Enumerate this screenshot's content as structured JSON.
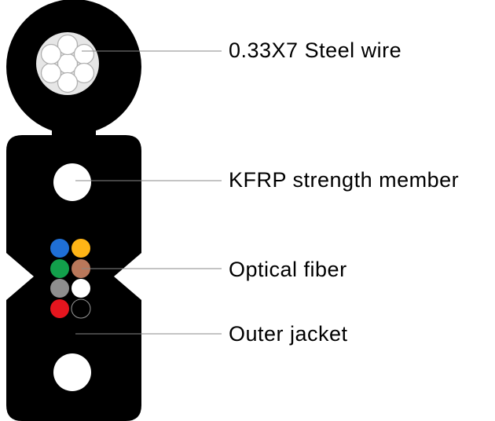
{
  "labels": {
    "steel_wire": "0.33X7 Steel wire",
    "strength_member": "KFRP strength member",
    "optical_fiber": "Optical fiber",
    "outer_jacket": "Outer jacket"
  },
  "colors": {
    "jacket": "#000000",
    "steel_fill": "#e6e6e6",
    "leader_line": "#888888",
    "fibers": [
      "#1f6fd6",
      "#ffb516",
      "#12a04b",
      "#b9775a",
      "#8e8e8e",
      "#ffffff",
      "#e5151e",
      "#000000"
    ]
  },
  "fiber_names": [
    "blue",
    "orange",
    "green",
    "brown",
    "slate",
    "white",
    "red",
    "black"
  ]
}
